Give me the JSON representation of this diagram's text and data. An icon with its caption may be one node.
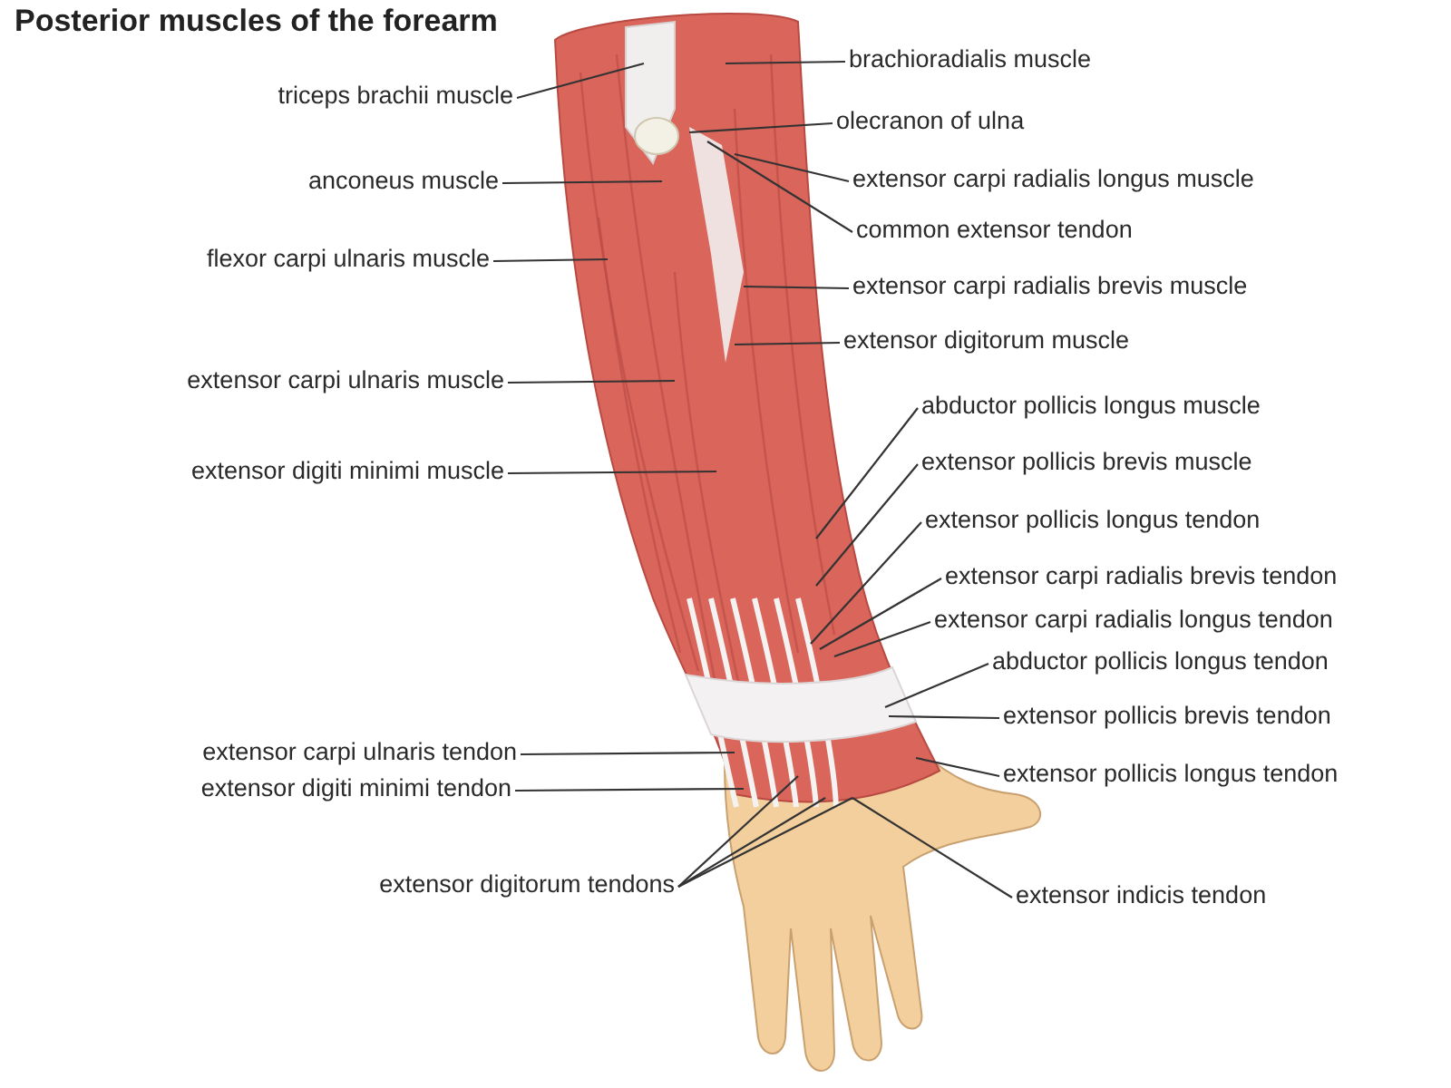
{
  "diagram": {
    "title": "Posterior muscles of the forearm",
    "nodes": [
      {
        "text": [
          "triceps brachii muscle"
        ]
      },
      {
        "text": [
          "anconeus muscle"
        ]
      },
      {
        "text": [
          "flexor carpi ulnaris muscle"
        ]
      },
      {
        "text": [
          "extensor carpi ulnaris muscle"
        ]
      },
      {
        "text": [
          "extensor digiti minimi muscle"
        ]
      },
      {
        "text": [
          "extensor carpi ulnaris tendon"
        ]
      },
      {
        "text": [
          "extensor digiti minimi tendon"
        ]
      },
      {
        "text": [
          "extensor digitorum tendons"
        ]
      },
      {
        "text": [
          "brachioradialis muscle"
        ]
      },
      {
        "text": [
          "olecranon of ulna"
        ]
      },
      {
        "text": [
          "extensor carpi radialis longus muscle"
        ]
      },
      {
        "text": [
          "common extensor tendon"
        ]
      },
      {
        "text": [
          "extensor carpi radialis brevis muscle"
        ]
      },
      {
        "text": [
          "extensor digitorum muscle"
        ]
      },
      {
        "text": [
          "abductor pollicis longus muscle"
        ]
      },
      {
        "text": [
          "extensor pollicis brevis muscle"
        ]
      },
      {
        "text": [
          "extensor pollicis longus tendon"
        ]
      },
      {
        "text": [
          "extensor carpi radialis brevis tendon"
        ]
      },
      {
        "text": [
          "extensor carpi radialis longus tendon"
        ]
      },
      {
        "text": [
          "abductor pollicis longus tendon"
        ]
      },
      {
        "text": [
          "extensor pollicis brevis tendon"
        ]
      },
      {
        "text": [
          "extensor pollicis longus tendon"
        ]
      },
      {
        "text": [
          "extensor indicis tendon"
        ]
      }
    ],
    "edges": [
      {
        "from": 0,
        "to": null,
        "arrow": "none"
      },
      {
        "from": 1,
        "to": null,
        "arrow": "none"
      },
      {
        "from": 2,
        "to": null,
        "arrow": "none"
      },
      {
        "from": 3,
        "to": null,
        "arrow": "none"
      },
      {
        "from": 4,
        "to": null,
        "arrow": "none"
      },
      {
        "from": 5,
        "to": null,
        "arrow": "none"
      },
      {
        "from": 6,
        "to": null,
        "arrow": "none"
      },
      {
        "from": 7,
        "to": null,
        "arrow": "none"
      },
      {
        "from": 7,
        "to": null,
        "arrow": "none"
      },
      {
        "from": 7,
        "to": null,
        "arrow": "none"
      },
      {
        "from": 8,
        "to": null,
        "arrow": "none"
      },
      {
        "from": 9,
        "to": null,
        "arrow": "none"
      },
      {
        "from": 10,
        "to": null,
        "arrow": "none"
      },
      {
        "from": 11,
        "to": null,
        "arrow": "none"
      },
      {
        "from": 12,
        "to": null,
        "arrow": "none"
      },
      {
        "from": 13,
        "to": null,
        "arrow": "none"
      },
      {
        "from": 14,
        "to": null,
        "arrow": "none"
      },
      {
        "from": 15,
        "to": null,
        "arrow": "none"
      },
      {
        "from": 16,
        "to": null,
        "arrow": "none"
      },
      {
        "from": 17,
        "to": null,
        "arrow": "none"
      },
      {
        "from": 18,
        "to": null,
        "arrow": "none"
      },
      {
        "from": 19,
        "to": null,
        "arrow": "none"
      },
      {
        "from": 20,
        "to": null,
        "arrow": "none"
      },
      {
        "from": 21,
        "to": null,
        "arrow": "none"
      },
      {
        "from": 22,
        "to": null,
        "arrow": "none"
      }
    ]
  }
}
